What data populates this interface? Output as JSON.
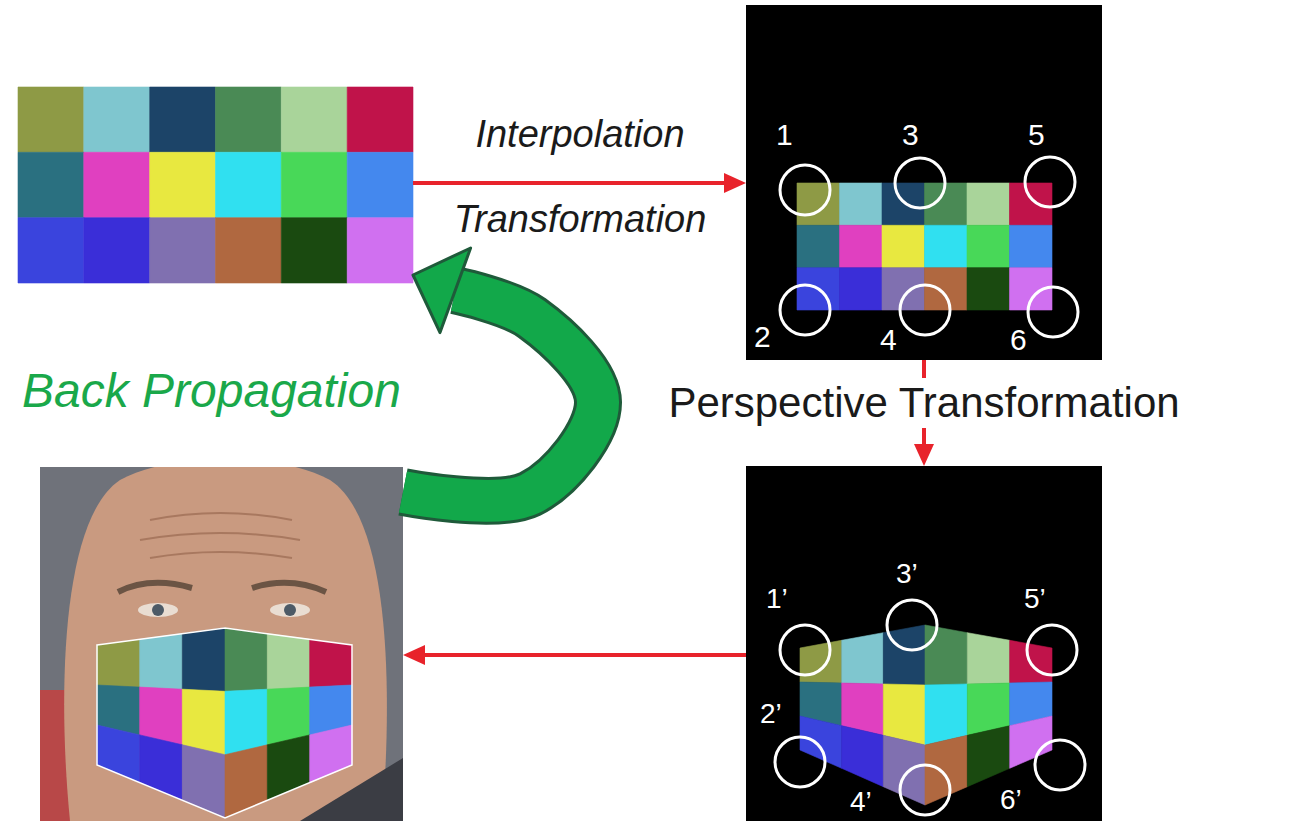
{
  "diagram": {
    "nodes": [
      {
        "text": []
      },
      {
        "text": [
          "1",
          "3",
          "5",
          "2",
          "4",
          "6"
        ]
      },
      {
        "text": []
      },
      {
        "text": [
          "1’",
          "3’",
          "5’",
          "2’",
          "4’",
          "6’"
        ]
      }
    ],
    "edges": [
      {
        "from": 0,
        "to": 1,
        "label": "Interpolation Transformation",
        "arrow": "to"
      },
      {
        "from": 1,
        "to": 3,
        "label": "Perspective Transformation",
        "arrow": "to"
      },
      {
        "from": 3,
        "to": 2,
        "arrow": "to"
      },
      {
        "from": 2,
        "to": 0,
        "label": "Back Propagation",
        "arrow": "to"
      }
    ]
  }
}
